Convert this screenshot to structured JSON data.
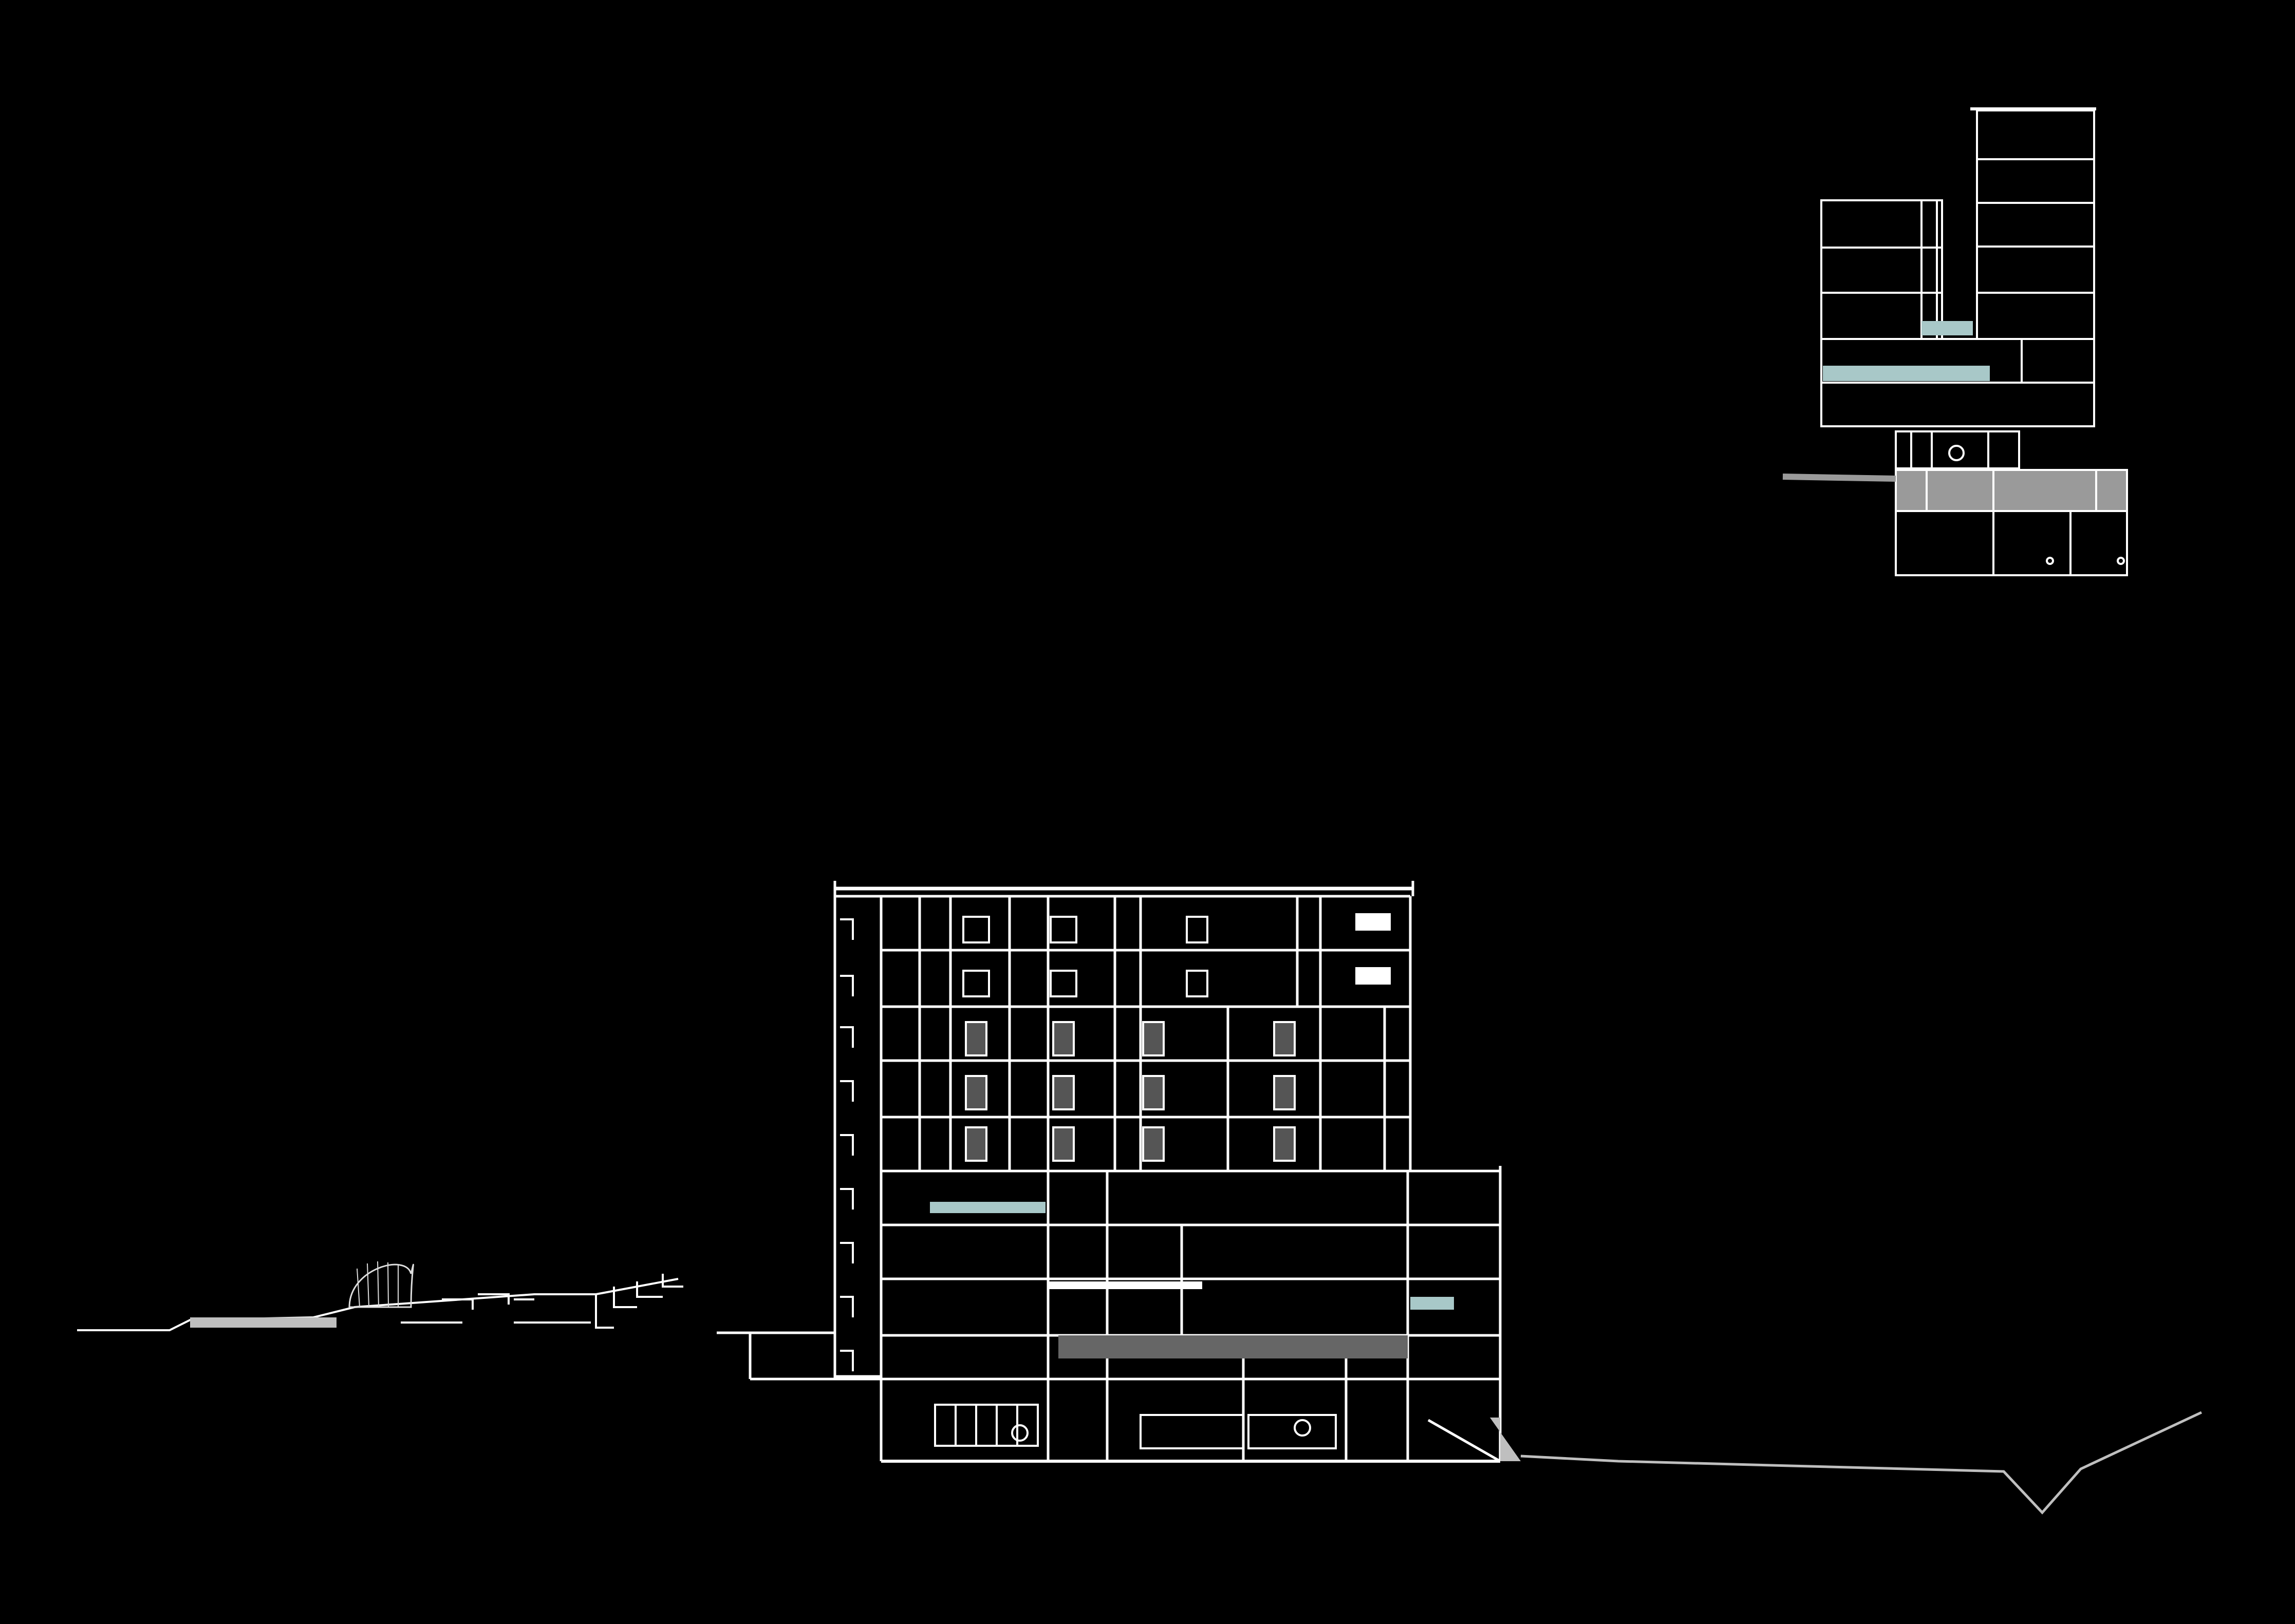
{
  "drawing": {
    "type": "architectural-section",
    "background": "#000000",
    "line_color": "#ffffff",
    "fill_color": "#bfbfbf",
    "glazing_color": "#a8c8c8",
    "text": []
  },
  "main_section": {
    "tower_floors": 9,
    "podium_floors": 2,
    "structural_bays": 10
  },
  "key_plan": {
    "upper_floors": 4,
    "lower_floors": 4
  },
  "landscape": {
    "features": [
      "fountain",
      "terraced-steps",
      "plaza",
      "sloping-ground"
    ]
  }
}
